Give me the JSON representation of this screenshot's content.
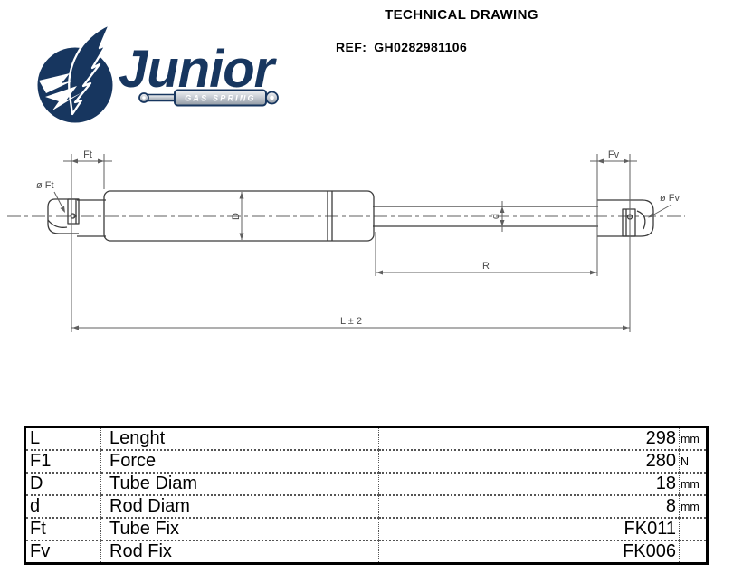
{
  "header": {
    "title": "TECHNICAL DRAWING",
    "ref_label": "REF:",
    "ref_value": "GH0282981106"
  },
  "logo": {
    "brand": "Junior",
    "tagline": "GAS SPRING",
    "navy": "#17365f",
    "silver_light": "#f2f3f5",
    "silver_dark": "#8f98a2"
  },
  "drawing": {
    "labels": {
      "tube_fix_dim": "Ft",
      "rod_fix_dim": "Fv",
      "tube_fix_dia": "ø  Ft",
      "rod_fix_dia": "ø  Fv",
      "tube_diam": "D",
      "rod_diam": "d",
      "rod_length": "R",
      "total_length": "L ± 2"
    }
  },
  "table": {
    "rows": [
      {
        "symbol": "L",
        "name": "Lenght",
        "value": "298",
        "unit": "mm"
      },
      {
        "symbol": "F1",
        "name": "Force",
        "value": "280",
        "unit": "N"
      },
      {
        "symbol": "D",
        "name": "Tube Diam",
        "value": "18",
        "unit": "mm"
      },
      {
        "symbol": "d",
        "name": "Rod Diam",
        "value": "8",
        "unit": "mm"
      },
      {
        "symbol": "Ft",
        "name": "Tube Fix",
        "value": "FK011",
        "unit": ""
      },
      {
        "symbol": "Fv",
        "name": "Rod Fix",
        "value": "FK006",
        "unit": ""
      }
    ]
  }
}
